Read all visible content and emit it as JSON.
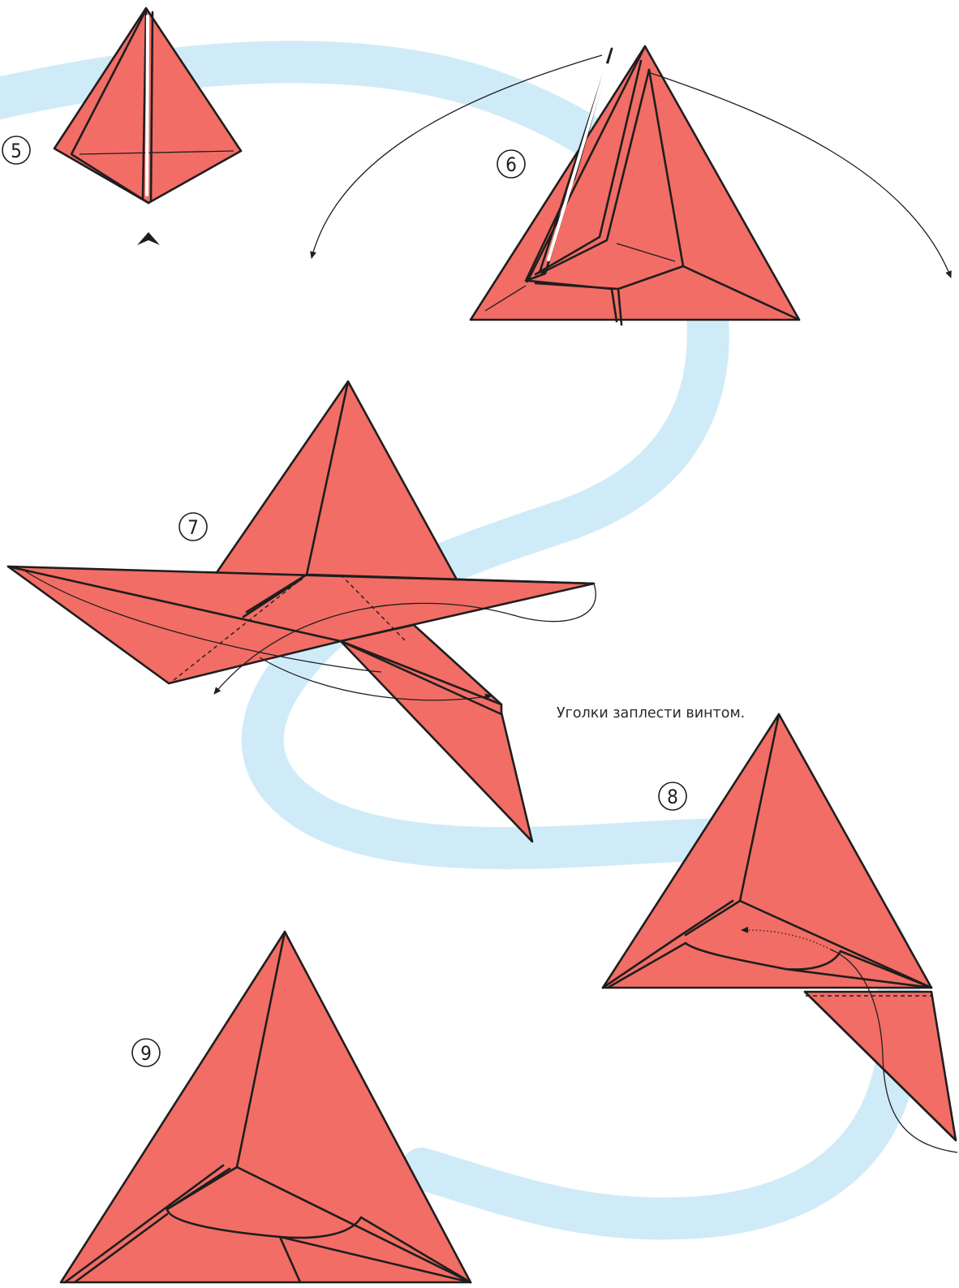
{
  "steps": [
    {
      "number": "5"
    },
    {
      "number": "6"
    },
    {
      "number": "7"
    },
    {
      "number": "8"
    },
    {
      "number": "9"
    }
  ],
  "instruction": "Уголки заплести винтом.",
  "colors": {
    "paper": "#f26d65",
    "outline": "#1e1e1e",
    "background_band": "#d0ebf8",
    "background": "#ffffff"
  },
  "icons": [
    "push-arrow-icon",
    "fold-arrow-icon"
  ]
}
